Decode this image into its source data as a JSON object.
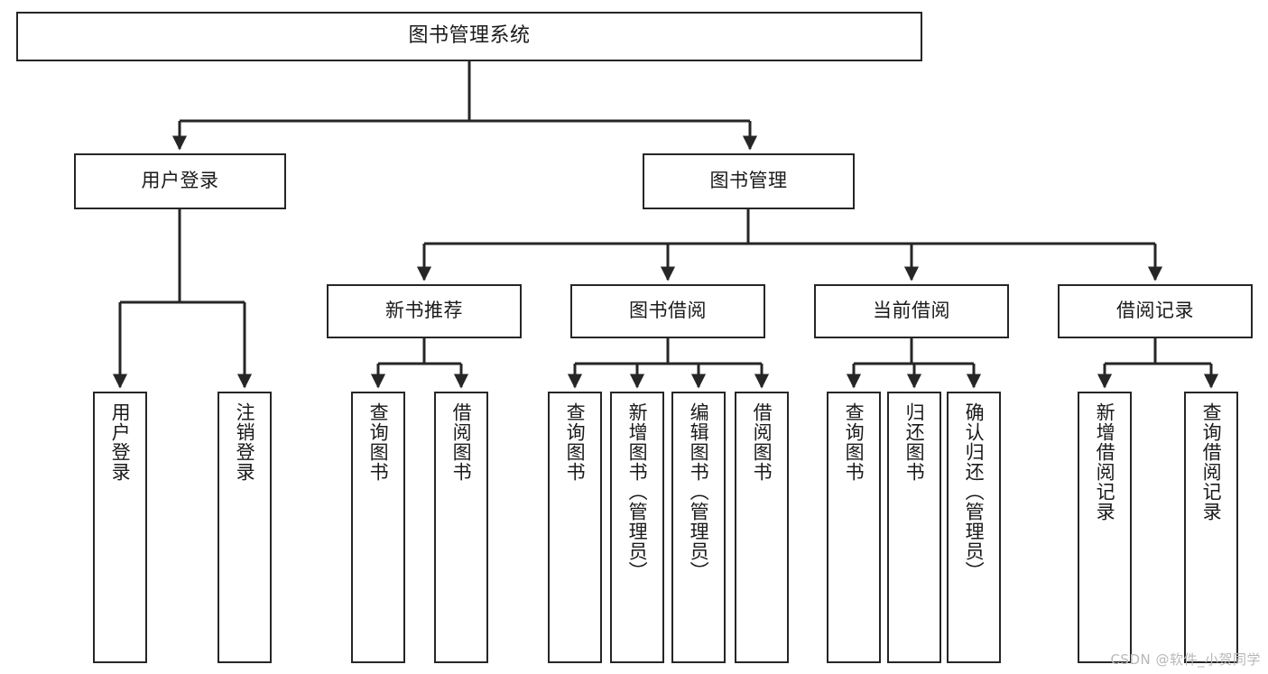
{
  "diagram": {
    "title": "图书管理系统",
    "type": "tree-structure-chart",
    "root": {
      "id": "root",
      "label": "图书管理系统"
    },
    "level1": [
      {
        "id": "user-login",
        "label": "用户登录"
      },
      {
        "id": "book-manage",
        "label": "图书管理"
      }
    ],
    "level2": [
      {
        "id": "new-book-rec",
        "label": "新书推荐",
        "parent": "book-manage"
      },
      {
        "id": "book-borrow",
        "label": "图书借阅",
        "parent": "book-manage"
      },
      {
        "id": "current-borrow",
        "label": "当前借阅",
        "parent": "book-manage"
      },
      {
        "id": "borrow-record",
        "label": "借阅记录",
        "parent": "book-manage"
      }
    ],
    "leaves": [
      {
        "id": "leaf-user-login",
        "label": "用户登录",
        "parent": "user-login"
      },
      {
        "id": "leaf-user-logout",
        "label": "注销登录",
        "parent": "user-login"
      },
      {
        "id": "leaf-query-book-1",
        "label": "查询图书",
        "parent": "new-book-rec"
      },
      {
        "id": "leaf-borrow-book-1",
        "label": "借阅图书",
        "parent": "new-book-rec"
      },
      {
        "id": "leaf-query-book-2",
        "label": "查询图书",
        "parent": "book-borrow"
      },
      {
        "id": "leaf-add-book",
        "label": "新增图书（管理员）",
        "parent": "book-borrow"
      },
      {
        "id": "leaf-edit-book",
        "label": "编辑图书（管理员）",
        "parent": "book-borrow"
      },
      {
        "id": "leaf-borrow-book-2",
        "label": "借阅图书",
        "parent": "book-borrow"
      },
      {
        "id": "leaf-query-book-3",
        "label": "查询图书",
        "parent": "current-borrow"
      },
      {
        "id": "leaf-return-book",
        "label": "归还图书",
        "parent": "current-borrow"
      },
      {
        "id": "leaf-confirm-return",
        "label": "确认归还（管理员）",
        "parent": "current-borrow"
      },
      {
        "id": "leaf-add-record",
        "label": "新增借阅记录",
        "parent": "borrow-record"
      },
      {
        "id": "leaf-query-record",
        "label": "查询借阅记录",
        "parent": "borrow-record"
      }
    ],
    "watermark": "CSDN @软件_小贺同学",
    "colors": {
      "stroke": "#262626",
      "background": "#ffffff",
      "text": "#1a1a1a",
      "watermark": "#b8b8b8"
    }
  }
}
